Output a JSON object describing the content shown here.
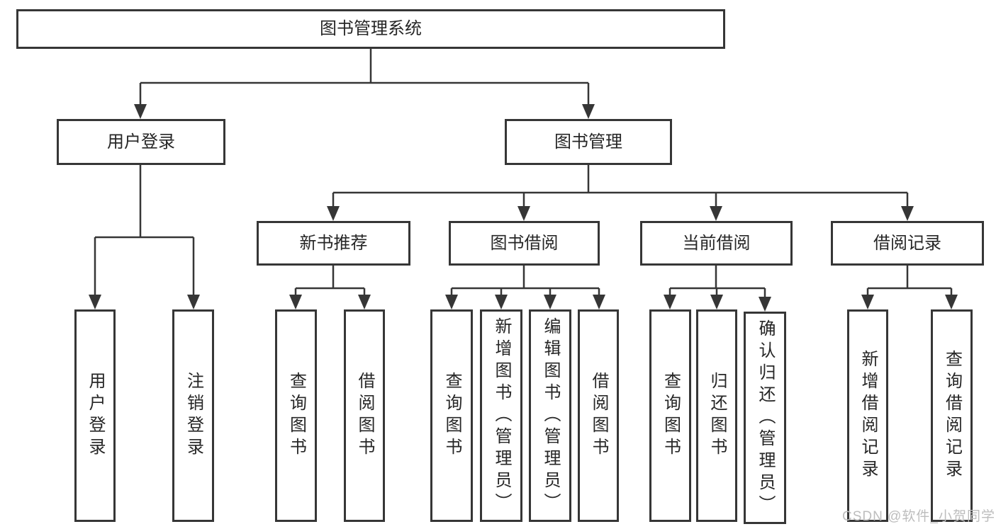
{
  "tree": {
    "label": "图书管理系统",
    "children": [
      {
        "label": "用户登录",
        "children": [
          {
            "label": "用户登录"
          },
          {
            "label": "注销登录"
          }
        ]
      },
      {
        "label": "图书管理",
        "children": [
          {
            "label": "新书推荐",
            "children": [
              {
                "label": "查询图书"
              },
              {
                "label": "借阅图书"
              }
            ]
          },
          {
            "label": "图书借阅",
            "children": [
              {
                "label": "查询图书"
              },
              {
                "label": "新增图书（管理员）"
              },
              {
                "label": "编辑图书（管理员）"
              },
              {
                "label": "借阅图书"
              }
            ]
          },
          {
            "label": "当前借阅",
            "children": [
              {
                "label": "查询图书"
              },
              {
                "label": "归还图书"
              },
              {
                "label": "确认归还（管理员）"
              }
            ]
          },
          {
            "label": "借阅记录",
            "children": [
              {
                "label": "新增借阅记录"
              },
              {
                "label": "查询借阅记录"
              }
            ]
          }
        ]
      }
    ]
  },
  "watermark": {
    "text": "CSDN @软件_小贺同学"
  },
  "colors": {
    "line": "#363636",
    "box_border": "#363636",
    "box_background": "#ffffff",
    "text": "#262626",
    "watermark": "#bdbdbd"
  }
}
